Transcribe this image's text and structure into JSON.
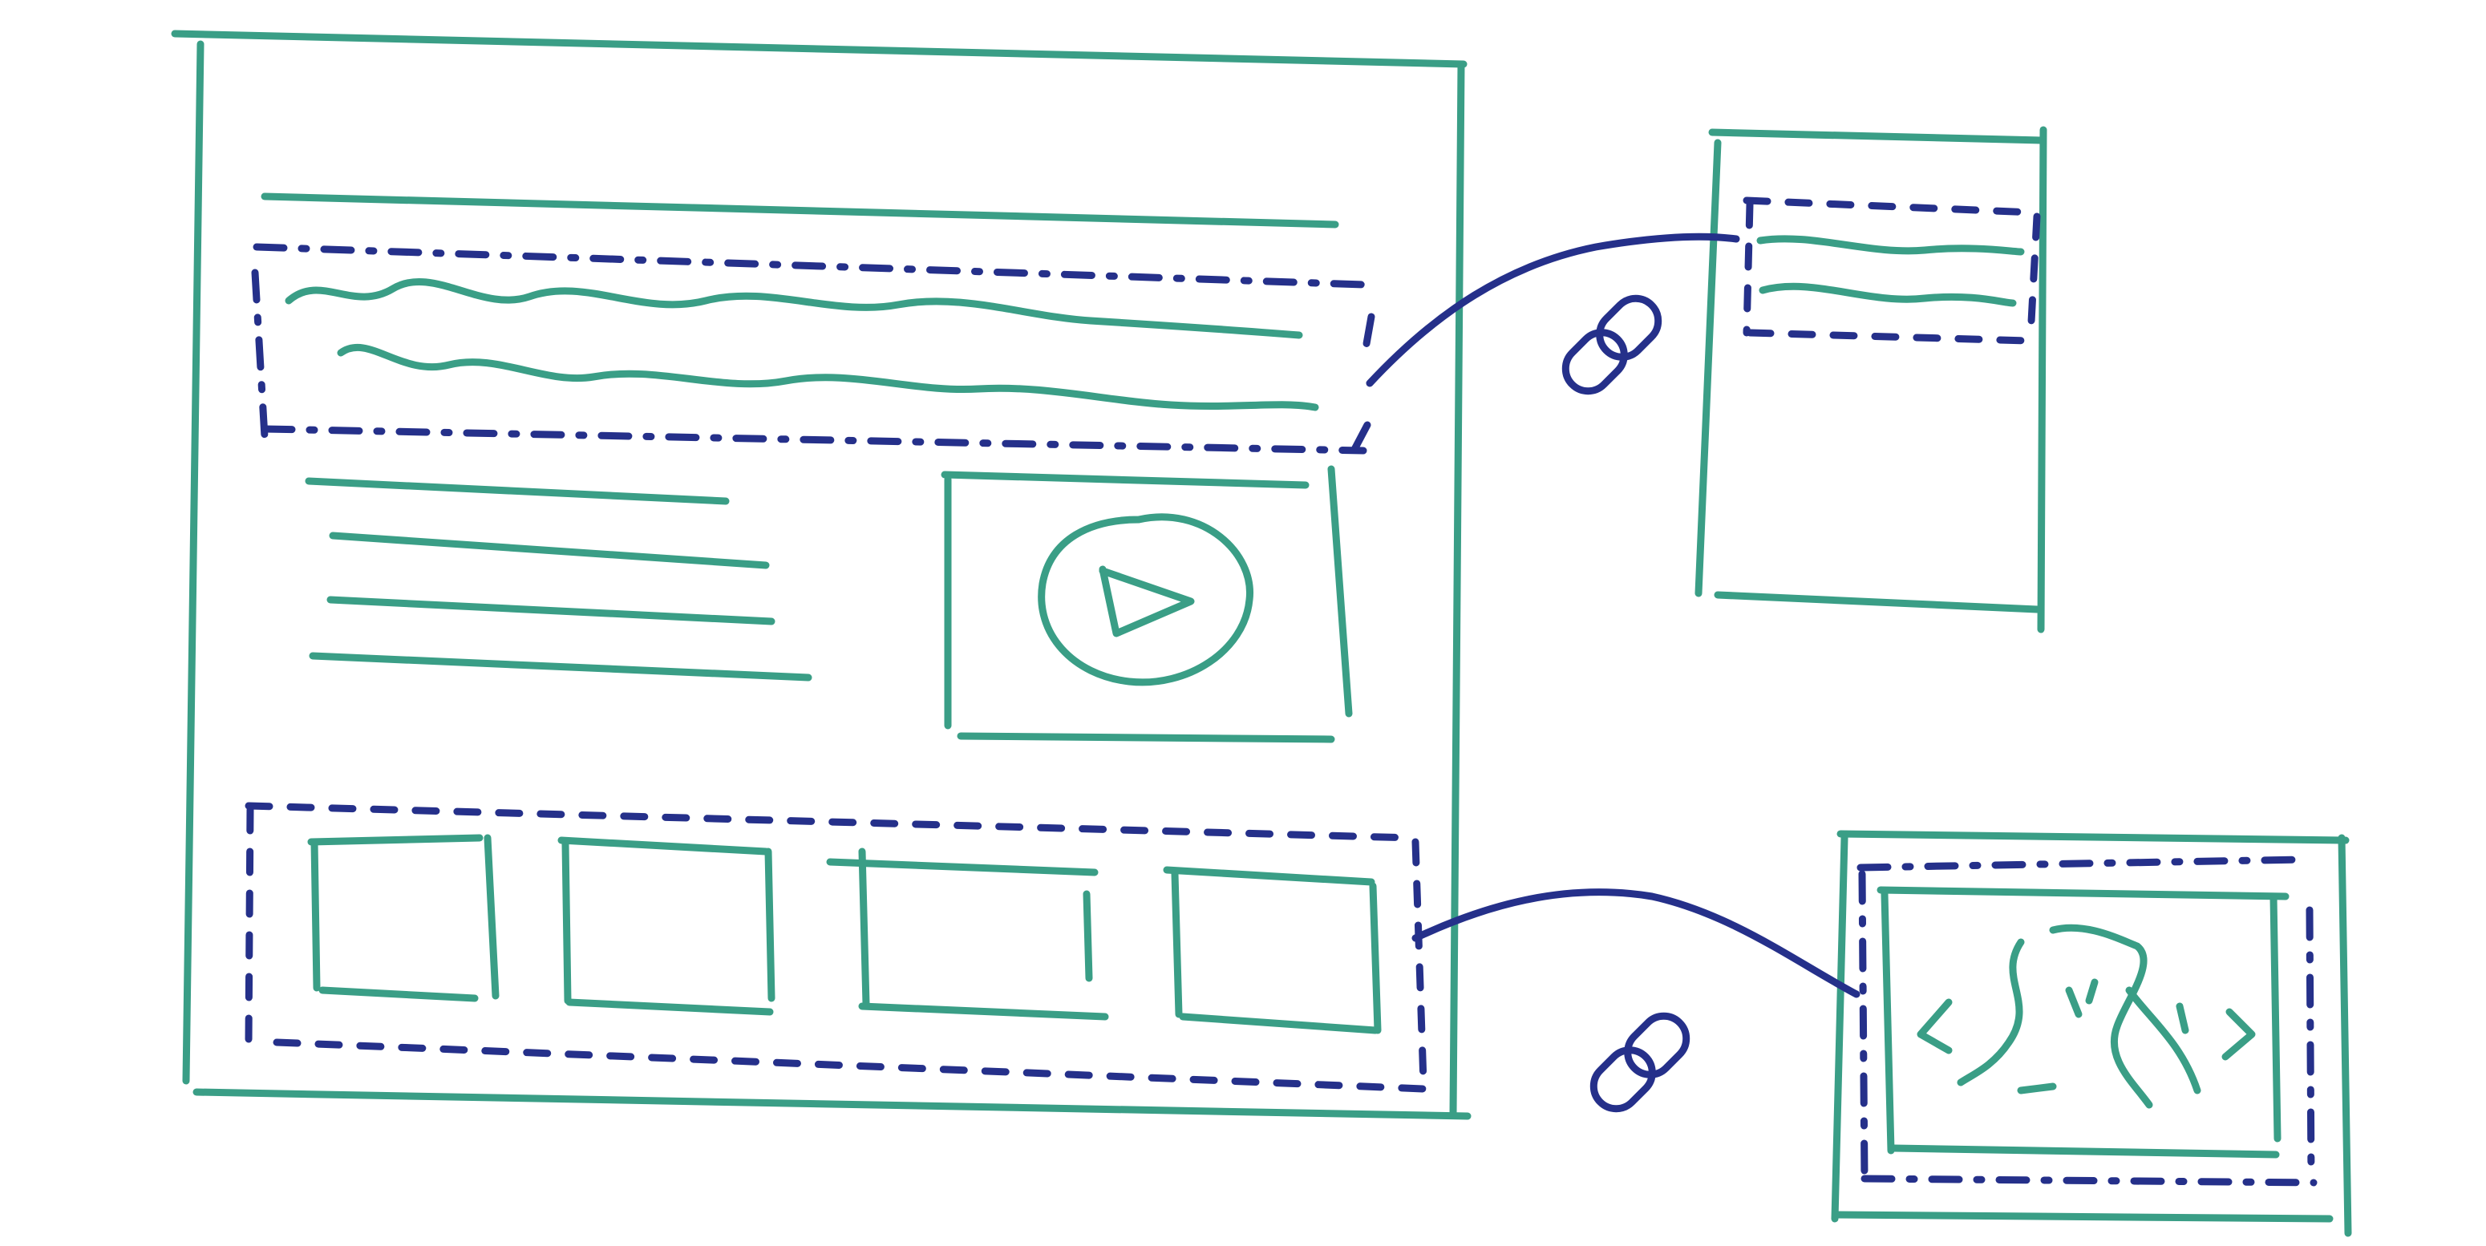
{
  "colors": {
    "sketch_green": "#3a9e86",
    "link_blue": "#25308a",
    "background": "#ffffff"
  },
  "icons": {
    "play": "play-icon",
    "link": "chain-link-icon",
    "code": "code-brackets-icon"
  },
  "page": {
    "main_wireframe": {
      "content_blocks": [
        "title-line",
        "linked-text-block",
        "paragraph-lines",
        "video-player",
        "linked-thumbnail-strip"
      ],
      "thumbnail_count": 4,
      "paragraph_line_count": 4
    },
    "linked_panels": [
      "linked-text-panel",
      "linked-code-panel"
    ]
  }
}
